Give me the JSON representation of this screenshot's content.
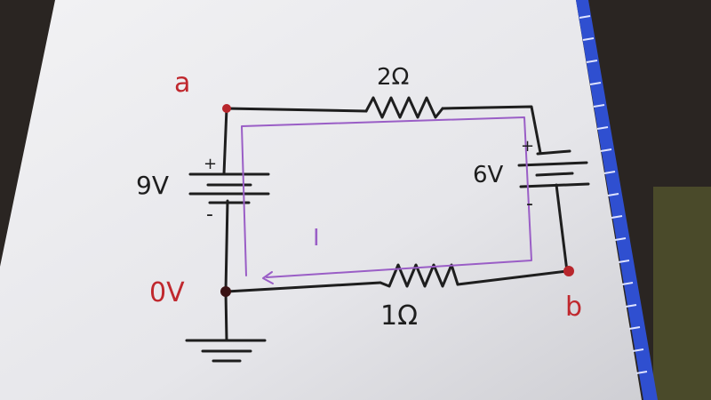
{
  "labels": {
    "node_a": "a",
    "node_b": "b",
    "ground_node": "0V",
    "battery_left": "9V",
    "battery_right": "6V",
    "resistor_top": "2Ω",
    "resistor_bottom": "1Ω",
    "current": "I",
    "plus": "+",
    "minus": "-"
  },
  "colors": {
    "paper": "#e9e9ec",
    "ink": "#1e1e1e",
    "node_label": "#c0282e",
    "current_path": "#9a5ec6",
    "notebook_spine": "#2f4fd0",
    "background": "#2a2522"
  }
}
